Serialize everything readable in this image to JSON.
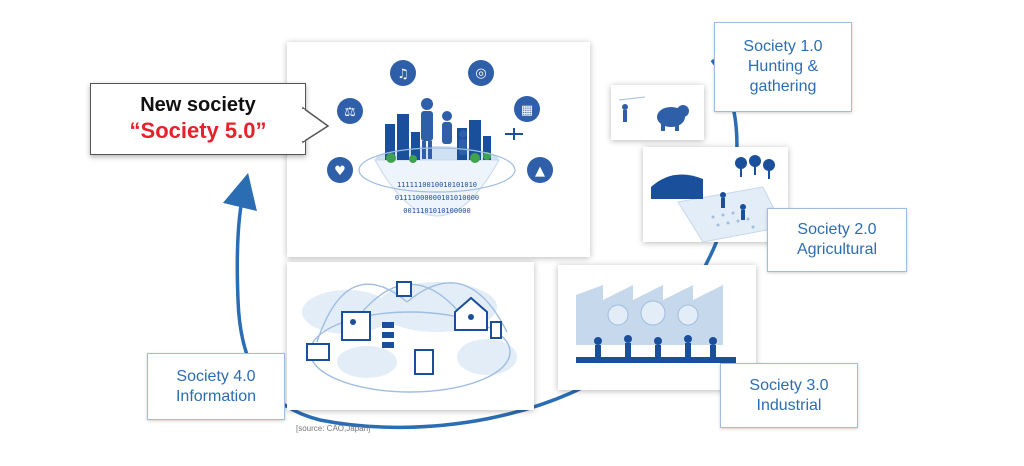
{
  "callout": {
    "line1": "New society",
    "line2": "“Society 5.0”"
  },
  "stages": [
    {
      "id": "society-1",
      "line1": "Society 1.0",
      "line2": "Hunting &",
      "line3": "gathering"
    },
    {
      "id": "society-2",
      "line1": "Society 2.0",
      "line2": "Agricultural"
    },
    {
      "id": "society-3",
      "line1": "Society 3.0",
      "line2": "Industrial"
    },
    {
      "id": "society-4",
      "line1": "Society 4.0",
      "line2": "Information"
    }
  ],
  "binary_text": {
    "row1": "1111110010010101010",
    "row2": "01111000000101010000",
    "row3": "0011101010100000"
  },
  "source": "[source: CAO,Japan]",
  "colors": {
    "accent": "#2b6db3",
    "highlight": "#e8202a",
    "dark_blue": "#1a4f9c",
    "icon_blue": "#2f5fa8"
  },
  "icons": [
    "music-note-icon",
    "pill-icon",
    "factory-icon",
    "scales-icon",
    "heart-hand-icon",
    "graduation-cap-icon",
    "drone-icon",
    "mammoth-icon",
    "laptop-icon",
    "tablet-icon",
    "house-icon"
  ]
}
